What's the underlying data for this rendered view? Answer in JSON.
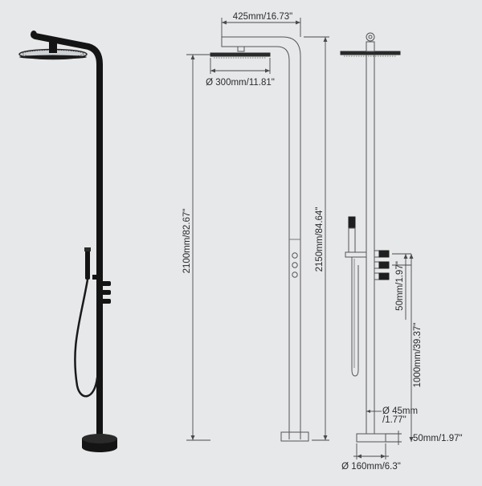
{
  "colors": {
    "background": "#e6e8ea",
    "fixture": "#141414",
    "outline": "#555555",
    "dimension_line": "#4a4a4a"
  },
  "dimensions": {
    "arm_width": "425mm/16.73\"",
    "head_diameter": "Ø 300mm/11.81\"",
    "height_to_arm": "2100mm/82.67\"",
    "total_height": "2150mm/84.64\"",
    "valve_spacing": "50mm/1.97\"",
    "valve_height": "1000mm/39.37\"",
    "pipe_diameter_mm": "Ø 45mm",
    "pipe_diameter_in": "/1.77\"",
    "base_height": "50mm/1.97\"",
    "base_diameter": "Ø 160mm/6.3\""
  },
  "icons": [
    "shower-photo",
    "front-elevation-drawing",
    "side-elevation-drawing"
  ]
}
